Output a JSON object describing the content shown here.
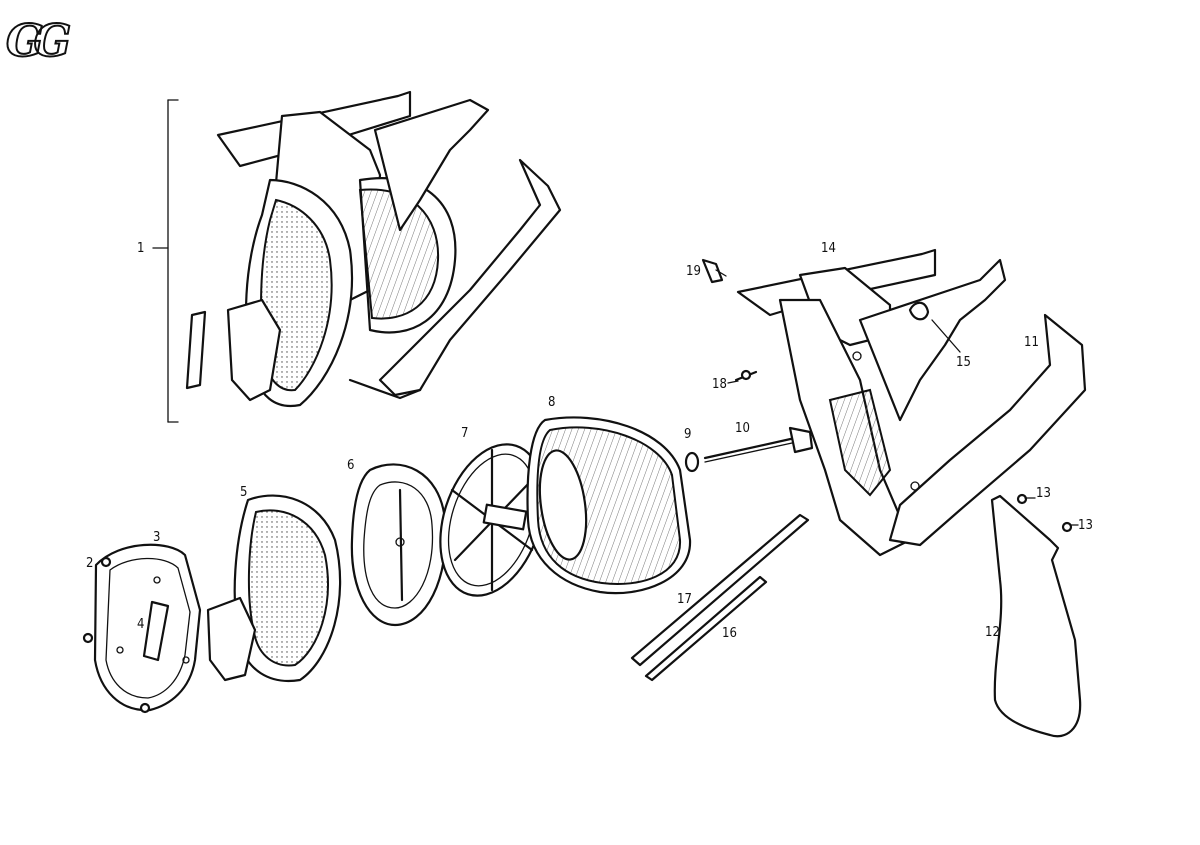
{
  "logo": {
    "text": "GG"
  },
  "callouts": [
    {
      "id": "c1",
      "text": "1"
    },
    {
      "id": "c2",
      "text": "2"
    },
    {
      "id": "c3",
      "text": "3"
    },
    {
      "id": "c4",
      "text": "4"
    },
    {
      "id": "c5",
      "text": "5"
    },
    {
      "id": "c6",
      "text": "6"
    },
    {
      "id": "c7",
      "text": "7"
    },
    {
      "id": "c8",
      "text": "8"
    },
    {
      "id": "c9",
      "text": "9"
    },
    {
      "id": "c10",
      "text": "10"
    },
    {
      "id": "c11",
      "text": "11"
    },
    {
      "id": "c12",
      "text": "12"
    },
    {
      "id": "c13a",
      "text": "13"
    },
    {
      "id": "c13b",
      "text": "13"
    },
    {
      "id": "c14",
      "text": "14"
    },
    {
      "id": "c15",
      "text": "15"
    },
    {
      "id": "c16",
      "text": "16"
    },
    {
      "id": "c17",
      "text": "17"
    },
    {
      "id": "c18",
      "text": "18"
    },
    {
      "id": "c19",
      "text": "19"
    }
  ]
}
